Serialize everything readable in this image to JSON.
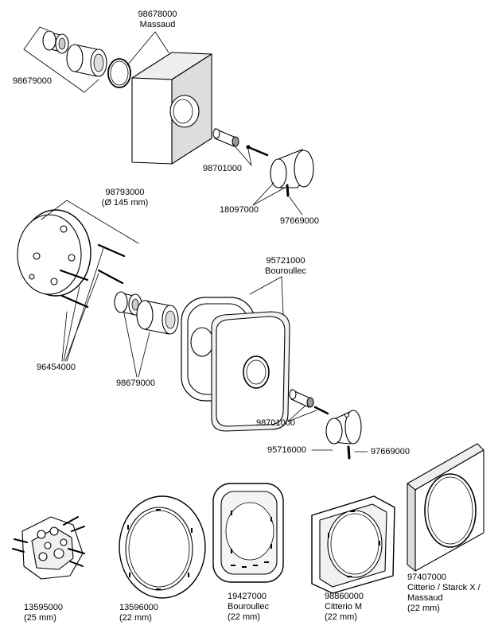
{
  "parts": {
    "p98678000": {
      "number": "98678000",
      "name": "Massaud"
    },
    "p98679000_top": {
      "number": "98679000"
    },
    "p98701000_top": {
      "number": "98701000"
    },
    "p18097000": {
      "number": "18097000"
    },
    "p97669000_top": {
      "number": "97669000"
    },
    "p98793000": {
      "number": "98793000",
      "spec": "(Ø 145 mm)"
    },
    "p95721000": {
      "number": "95721000",
      "name": "Bouroullec"
    },
    "p96454000": {
      "number": "96454000"
    },
    "p98679000_mid": {
      "number": "98679000"
    },
    "p98701000_mid": {
      "number": "98701000"
    },
    "p95716000": {
      "number": "95716000"
    },
    "p97669000_mid": {
      "number": "97669000"
    },
    "p13595000": {
      "number": "13595000",
      "spec": "(25 mm)"
    },
    "p13596000": {
      "number": "13596000",
      "spec": "(22 mm)"
    },
    "p19427000": {
      "number": "19427000",
      "name": "Bouroullec",
      "spec": "(22 mm)"
    },
    "p98860000": {
      "number": "98860000",
      "name": "Citterio M",
      "spec": "(22 mm)"
    },
    "p97407000": {
      "number": "97407000",
      "name": "Citterio / Starck X /",
      "name2": "Massaud",
      "spec": "(22 mm)"
    }
  },
  "colors": {
    "line": "#000000",
    "fill": "#ffffff",
    "shade": "#e6e6e6"
  }
}
